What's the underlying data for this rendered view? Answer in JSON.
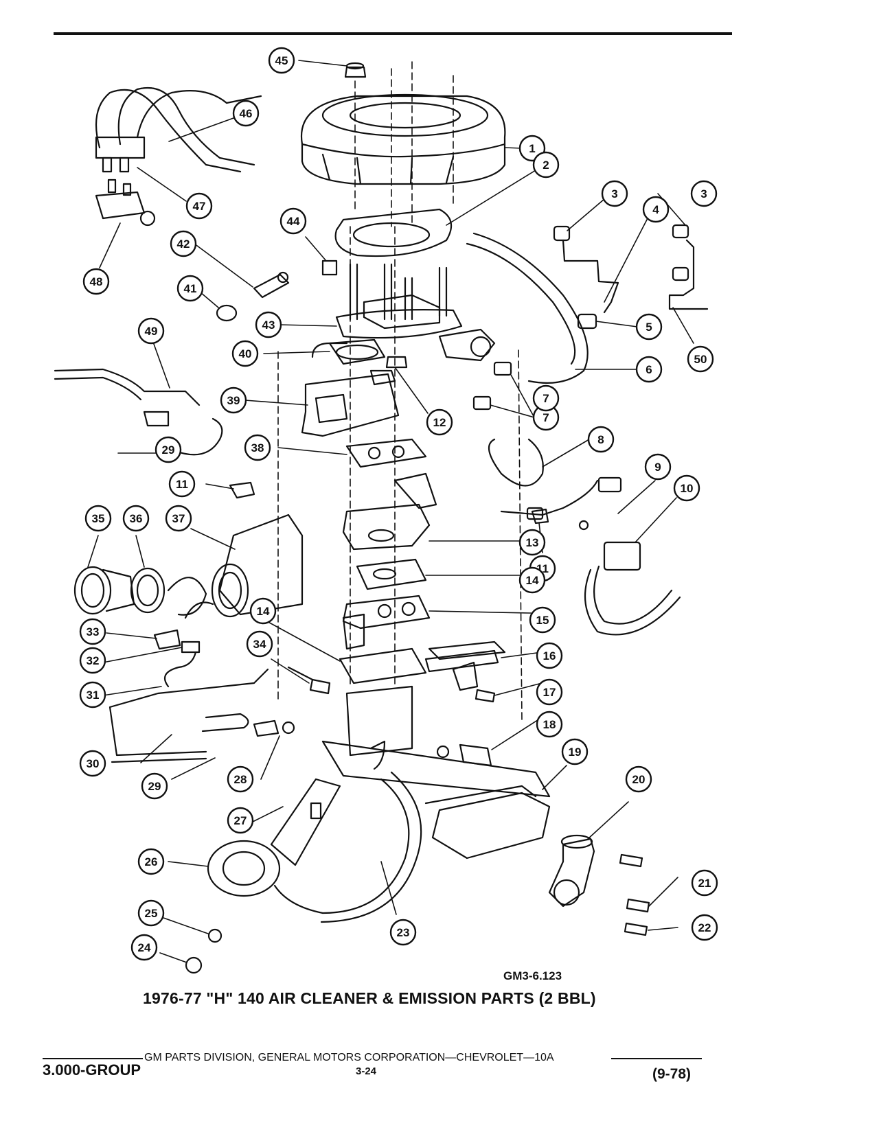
{
  "figure": {
    "code": "GM3-6.123",
    "caption": "1976-77 \"H\" 140 AIR CLEANER & EMISSION PARTS (2 BBL)"
  },
  "callouts": [
    "1",
    "2",
    "3",
    "3",
    "4",
    "5",
    "6",
    "7",
    "7",
    "8",
    "9",
    "10",
    "11",
    "11",
    "12",
    "13",
    "14",
    "14",
    "15",
    "16",
    "17",
    "18",
    "19",
    "20",
    "21",
    "22",
    "23",
    "24",
    "25",
    "26",
    "27",
    "28",
    "29",
    "29",
    "30",
    "31",
    "32",
    "33",
    "34",
    "35",
    "36",
    "37",
    "38",
    "39",
    "40",
    "41",
    "42",
    "43",
    "44",
    "45",
    "46",
    "47",
    "48",
    "49",
    "50"
  ],
  "footer": {
    "publisher": "GM PARTS DIVISION, GENERAL MOTORS CORPORATION—CHEVROLET—10A",
    "group": "3.000-GROUP",
    "page": "3-24",
    "date": "(9-78)"
  }
}
